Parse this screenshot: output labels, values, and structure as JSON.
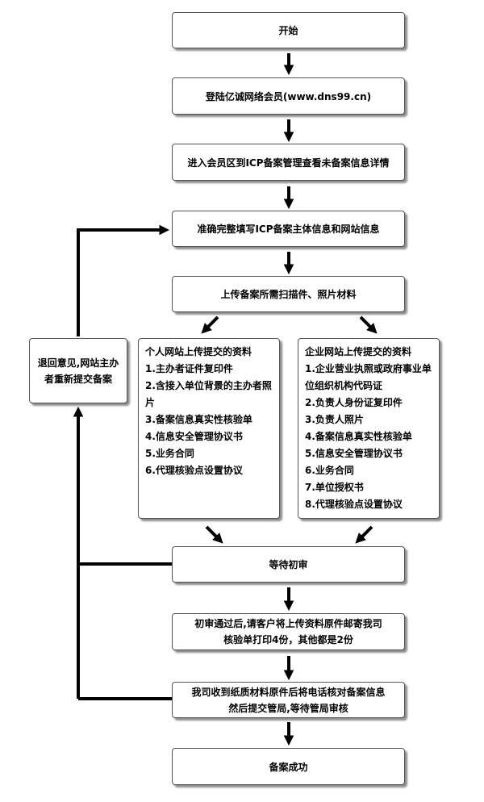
{
  "steps": {
    "start": "开始",
    "login": "登陆亿诚网络会员(www.dns99.cn)",
    "member_area": "进入会员区到ICP备案管理查看未备案信息详情",
    "fill_info": "准确完整填写ICP备案主体信息和网站信息",
    "upload": "上传备案所需扫描件、照片材料",
    "wait_review": "等待初审",
    "after_review_line1": "初审通过后,请客户将上传资料原件邮寄我司",
    "after_review_line2": "核验单打印4份，其他都是2份",
    "receive_line1": "我司收到纸质材料原件后将电话核对备案信息",
    "receive_line2": "然后提交管局,等待管局审核",
    "success": "备案成功"
  },
  "reject": {
    "line1": "退回意见,网站主办",
    "line2": "者重新提交备案"
  },
  "personal": {
    "title": "个人网站上传提交的资料",
    "items": [
      "1.主办者证件复印件",
      "2.含接入单位背景的主办者照片",
      "3.备案信息真实性核验单",
      "4.信息安全管理协议书",
      "5.业务合同",
      "6.代理核验点设置协议"
    ]
  },
  "enterprise": {
    "title": "企业网站上传提交的资料",
    "items": [
      "1.企业营业执照或政府事业单位组织机构代码证",
      "2.负责人身份证复印件",
      "3.负责人照片",
      "4.备案信息真实性核验单",
      "5.信息安全管理协议书",
      "6.业务合同",
      "7.单位授权书",
      "8.代理核验点设置协议"
    ]
  }
}
